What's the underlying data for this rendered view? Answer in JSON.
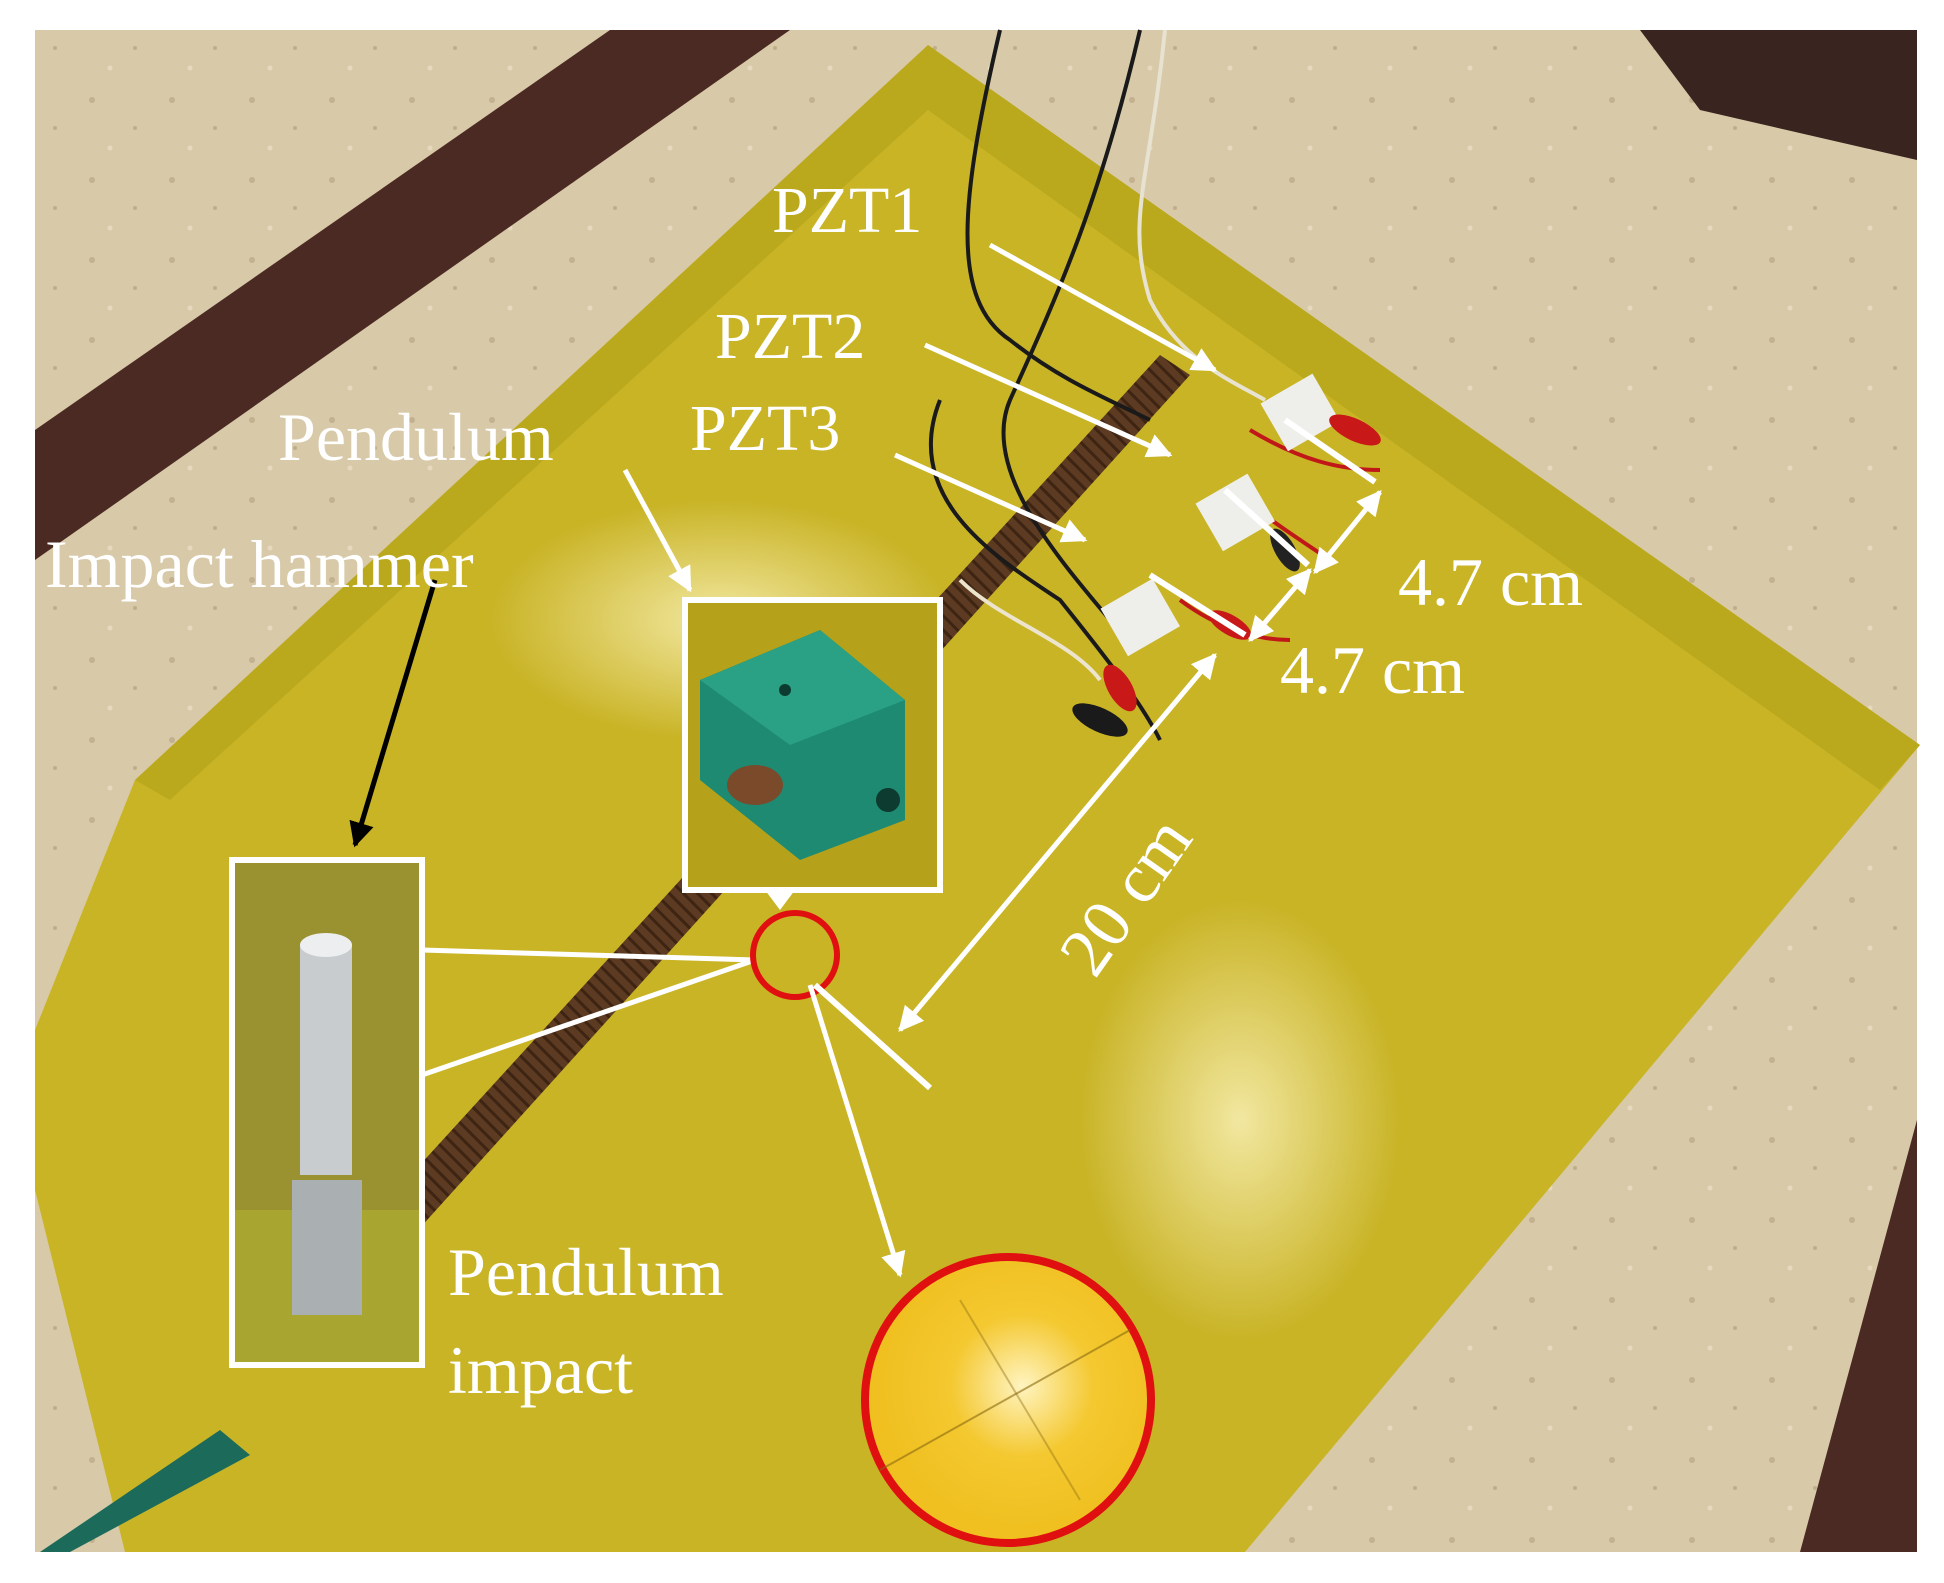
{
  "labels": {
    "pzt1": "PZT1",
    "pzt2": "PZT2",
    "pzt3": "PZT3",
    "pendulum": "Pendulum",
    "impact_hammer": "Impact hammer",
    "spacing_1": "4.7 cm",
    "spacing_2": "4.7 cm",
    "distance": "20 cm",
    "pendulum_impact_line1": "Pendulum",
    "pendulum_impact_line2": "impact"
  },
  "colors": {
    "floor": "#d9c8a8",
    "floor_rail": "#4a2a22",
    "plate": "#c8b524",
    "plate_dark": "#a79512",
    "rod": "#5a3a22",
    "pendulum_block": "#1f8a72",
    "hammer": "#c8ccce",
    "annotation": "#ffffff",
    "impact_circle": "#e01010",
    "zoom_fill": "#f2c425",
    "label_arrow_dark": "#000000"
  }
}
